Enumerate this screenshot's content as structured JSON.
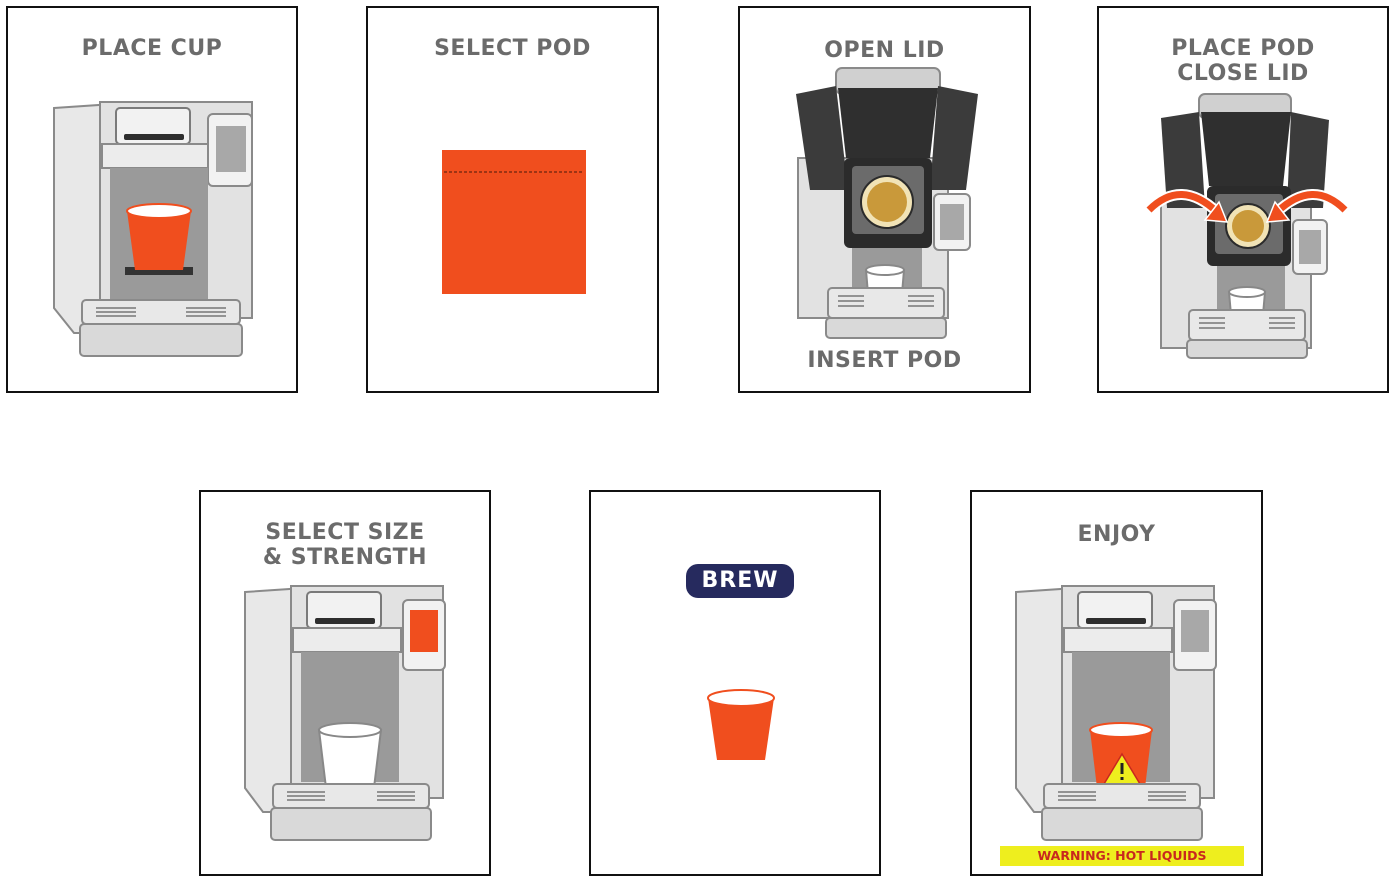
{
  "colors": {
    "accent": "#f04e1e",
    "brew_badge_bg": "#262a5e",
    "warning_bg": "#eeee1e",
    "warning_text": "#c8281e",
    "label_gray": "#6b6b6b",
    "pod_gold": "#c9993a"
  },
  "steps": [
    {
      "title": "PLACE CUP"
    },
    {
      "title": "SELECT POD"
    },
    {
      "title": "OPEN LID",
      "subtitle": "INSERT POD"
    },
    {
      "title": "PLACE POD\nCLOSE LID"
    },
    {
      "title": "SELECT SIZE\n& STRENGTH"
    },
    {
      "title": "",
      "badge": "BREW"
    },
    {
      "title": "ENJOY",
      "warning": "WARNING: HOT LIQUIDS"
    }
  ],
  "icons": [
    "coffee-maker-icon",
    "cup-icon",
    "pod-icon",
    "curved-arrow-icon",
    "warning-triangle-icon"
  ]
}
